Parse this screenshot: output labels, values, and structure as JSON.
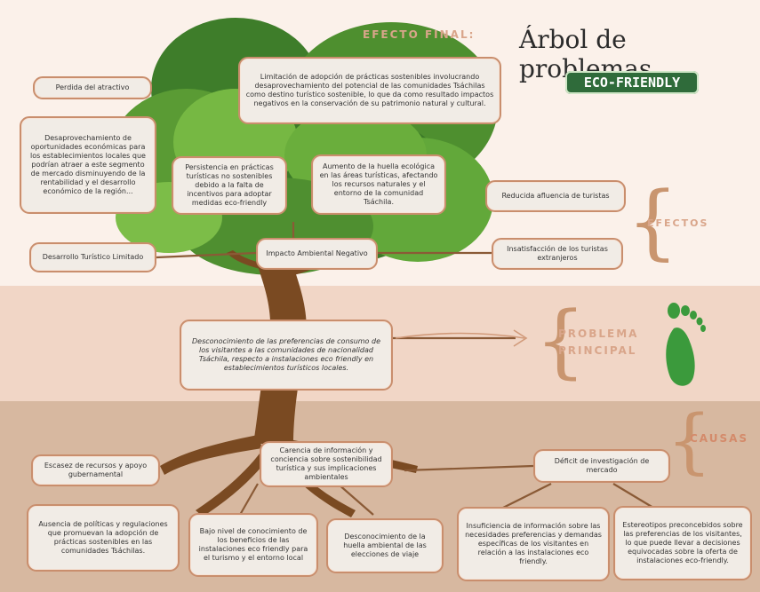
{
  "header": {
    "effect_final_label": "EFECTO FINAL:",
    "title": "Árbol de problemas",
    "badge": "ECO-FRIENDLY"
  },
  "sections": {
    "effects_label": "EFECTOS",
    "problem_label_1": "PROBLEMA",
    "problem_label_2": "PRINCIPAL",
    "causes_label": "CAUSAS"
  },
  "effects": {
    "final": "Limitación de adopción de prácticas sostenibles involucrando desaprovechamiento del potencial de las comunidades Tsáchilas como destino turístico sostenible, lo que da como resultado impactos negativos en la conservación de su patrimonio natural y cultural.",
    "perdida_atractivo": "Perdida del atractivo",
    "desaprovechamiento": "Desaprovechamiento de oportunidades económicas para los establecimientos locales que podrían atraer a este segmento de mercado disminuyendo de la rentabilidad y el desarrollo económico de la región...",
    "persistencia": "Persistencia en prácticas turísticas no sostenibles debido a la falta de incentivos para adoptar medidas eco-friendly",
    "huella_ecologica": "Aumento de la huella ecológica en las áreas turísticas, afectando los recursos naturales y el entorno de la comunidad Tsáchila.",
    "reducida_afluencia": "Reducida afluencia de turistas",
    "desarrollo_limitado": "Desarrollo Turístico Limitado",
    "impacto_ambiental": "Impacto Ambiental Negativo",
    "insatisfaccion": "Insatisfacción de los turistas extranjeros"
  },
  "problem": {
    "main": "Desconocimiento de las preferencias de consumo de los visitantes a las comunidades de nacionalidad Tsáchila, respecto a instalaciones eco friendly en establecimientos turísticos locales."
  },
  "causes": {
    "escasez": "Escasez de recursos y apoyo gubernamental",
    "carencia": "Carencia de información y conciencia sobre sostenibilidad turística y sus implicaciones ambientales",
    "deficit": "Déficit de investigación de mercado",
    "ausencia": "Ausencia de políticas y regulaciones que promuevan la adopción de prácticas sostenibles en las comunidades Tsáchilas.",
    "bajo_nivel": "Bajo nivel de conocimiento de los beneficios de las instalaciones eco friendly para el turismo y el entorno local",
    "desconocimiento_huella": "Desconocimiento de la huella ambiental de las elecciones de viaje",
    "insuficiencia": "Insuficiencia de información sobre las necesidades preferencias y demandas específicas de los visitantes en relación a las instalaciones eco friendly.",
    "estereotipos": "Estereotipos preconcebidos sobre las preferencias de los visitantes, lo que puede llevar a decisiones equivocadas sobre la oferta de instalaciones eco-friendly."
  },
  "colors": {
    "box_border": "#c98e6d",
    "box_fill": "#f1ece6",
    "accent_label": "#d9a58a",
    "badge_bg": "#2f6b3a",
    "trunk": "#7a4a22",
    "leaf_dark": "#3e7d2a",
    "leaf_light": "#76b843"
  },
  "icons": [
    "footprint-icon"
  ]
}
